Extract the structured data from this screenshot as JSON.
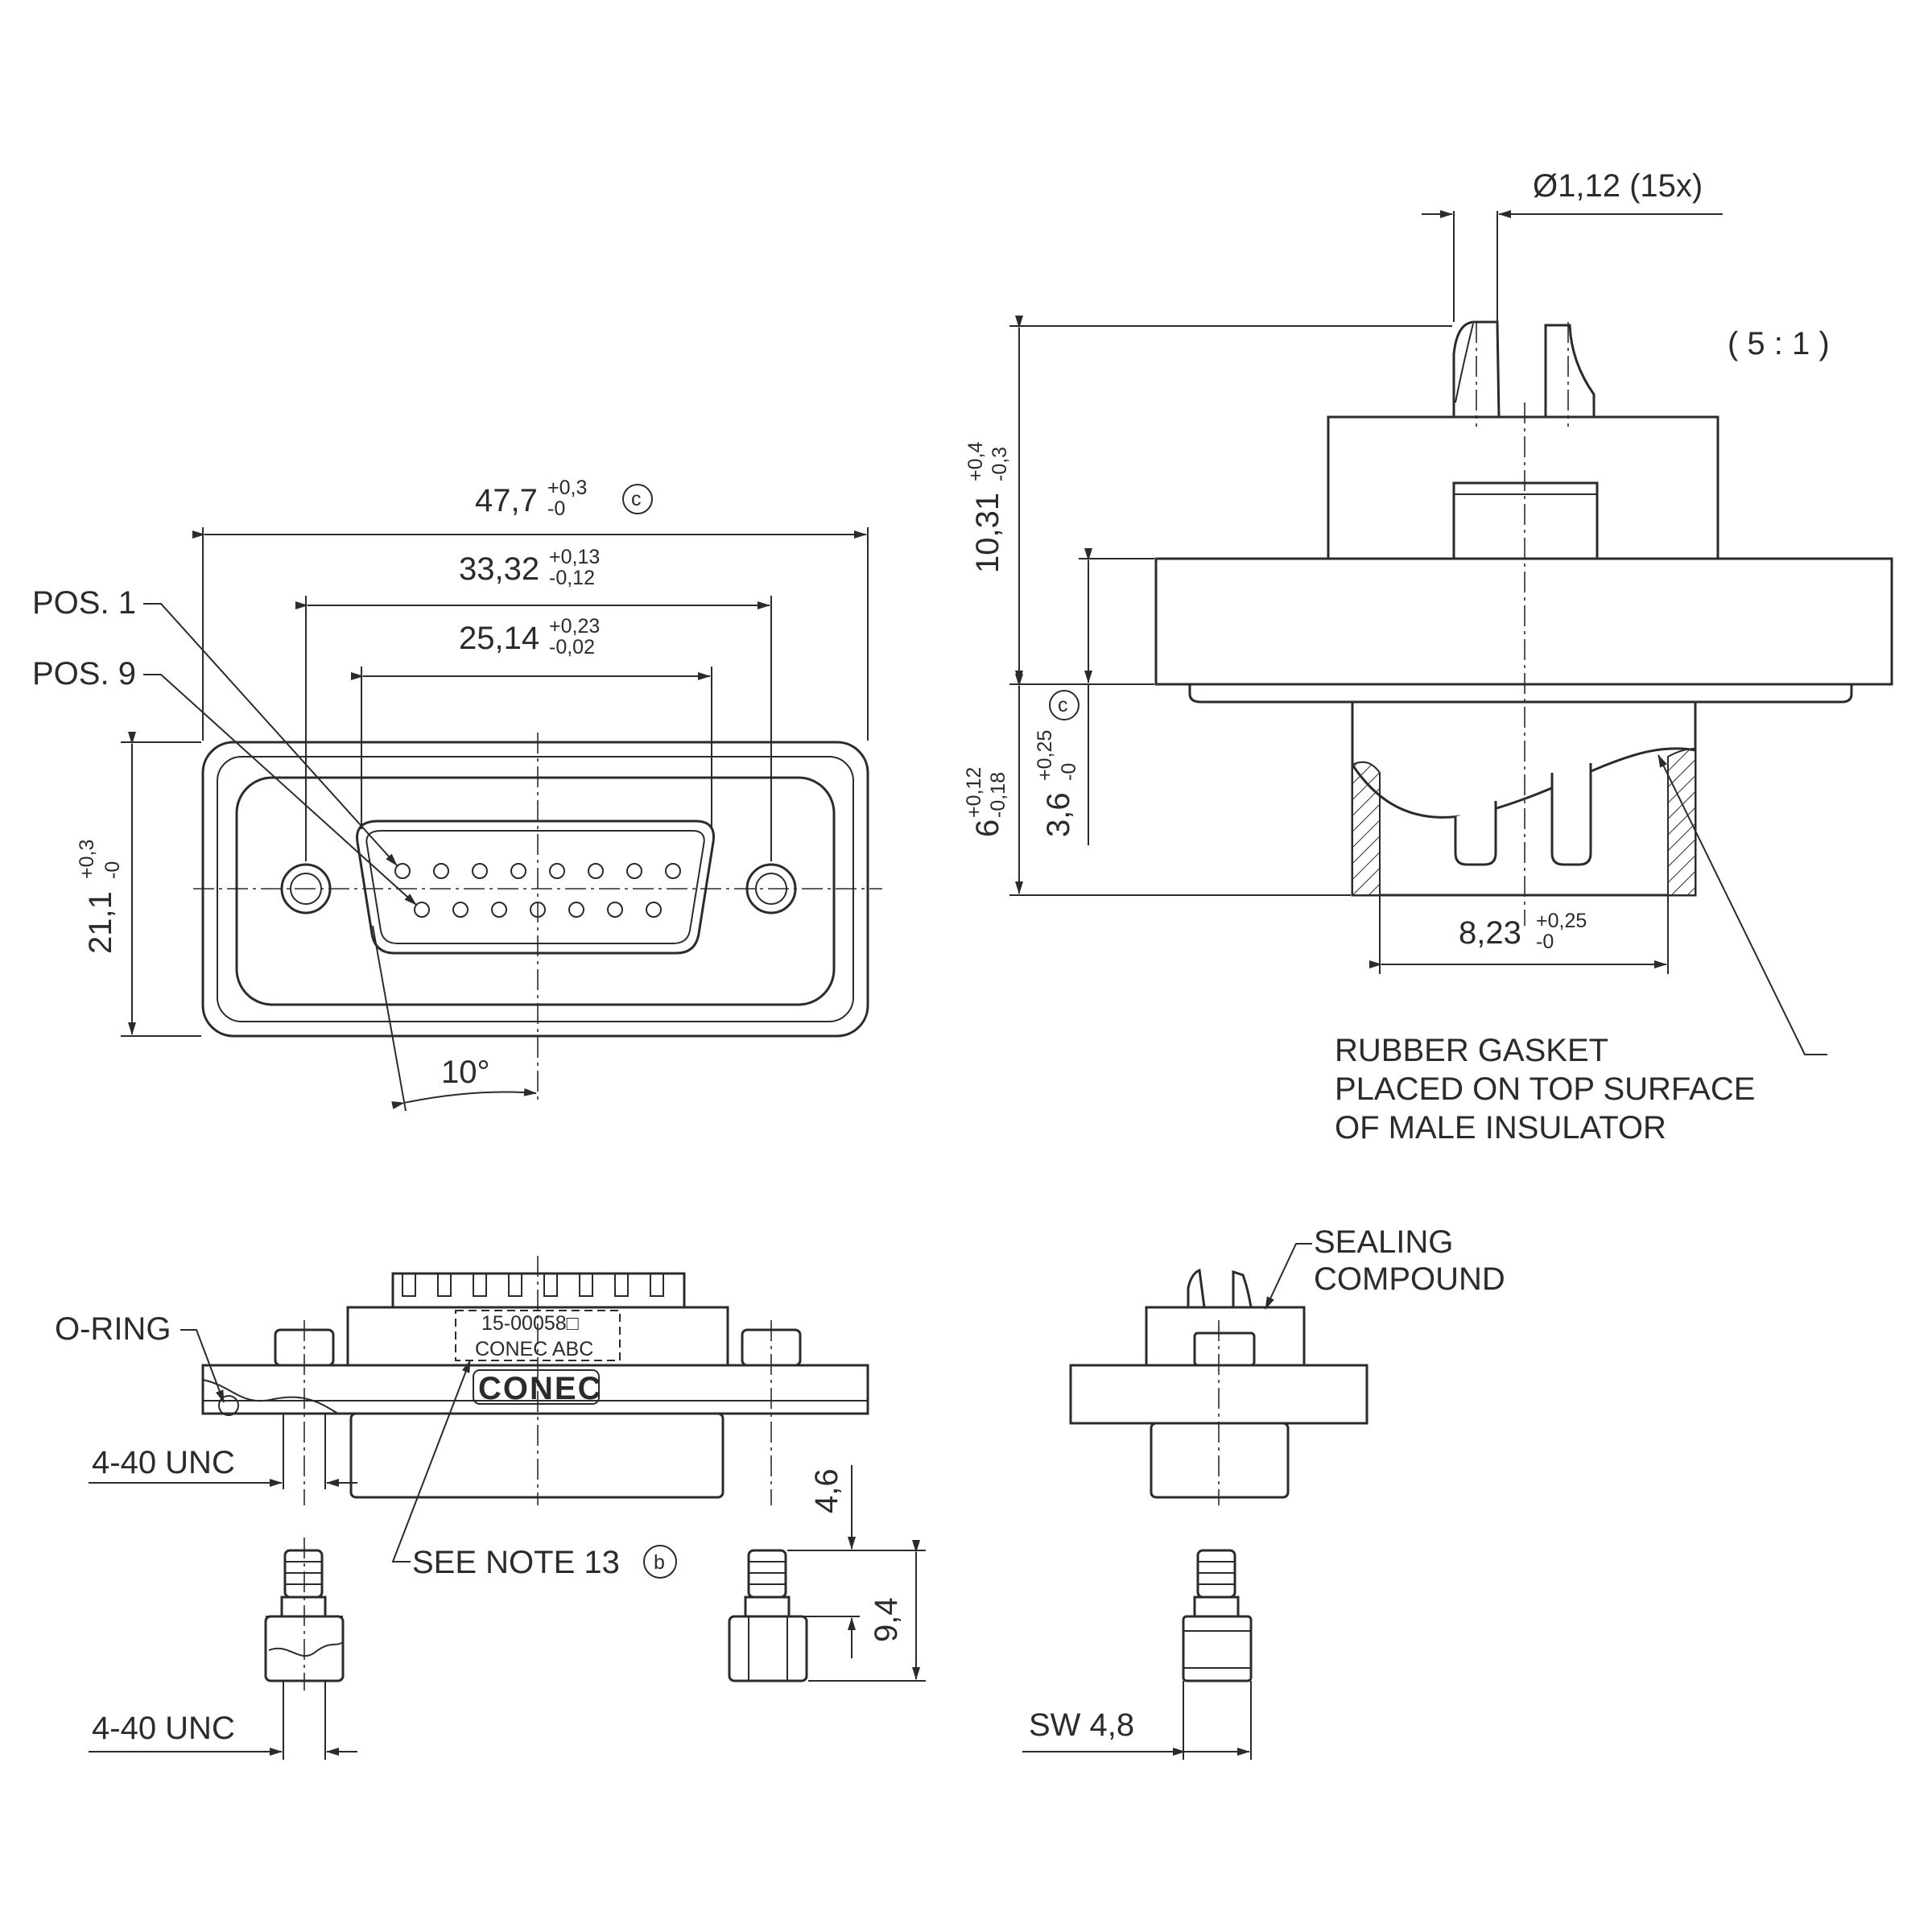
{
  "front_view": {
    "dim_overall": {
      "value": "47,7",
      "tol_upper": "+0,3",
      "tol_lower": "-0",
      "mark": "c"
    },
    "dim_mount": {
      "value": "33,32",
      "tol_upper": "+0,13",
      "tol_lower": "-0,12"
    },
    "dim_shell": {
      "value": "25,14",
      "tol_upper": "+0,23",
      "tol_lower": "-0,02"
    },
    "dim_height": {
      "value": "21,1",
      "tol_upper": "+0,3",
      "tol_lower": "-0"
    },
    "angle": "10°",
    "pos1": "POS. 1",
    "pos9": "POS. 9"
  },
  "side_view": {
    "pin_diameter": "Ø1,12 (15x)",
    "scale": "( 5 : 1 )",
    "dim_pin_height": {
      "value": "10,31",
      "tol_upper": "+0,4",
      "tol_lower": "-0,3"
    },
    "dim_below": {
      "value": "6",
      "tol_upper": "+0,12",
      "tol_lower": "-0,18"
    },
    "dim_shell_depth": {
      "value": "3,6",
      "tol_upper": "+0,25",
      "tol_lower": "-0",
      "mark": "c"
    },
    "dim_width": {
      "value": "8,23",
      "tol_upper": "+0,25",
      "tol_lower": "-0"
    },
    "gasket_note": [
      "RUBBER GASKET",
      "PLACED ON TOP SURFACE",
      "OF MALE INSULATOR"
    ]
  },
  "bottom_views": {
    "o_ring": "O-RING",
    "unc_top": "4-40 UNC",
    "unc_bottom": "4-40 UNC",
    "see_note": "SEE NOTE 13",
    "see_note_mark": "b",
    "part_number": "15-00058□",
    "marking": "CONEC ABC",
    "logo": "CONEC",
    "dim_4_6": "4,6",
    "dim_9_4": "9,4",
    "sealing": [
      "SEALING",
      "COMPOUND"
    ],
    "sw": "SW 4,8"
  }
}
